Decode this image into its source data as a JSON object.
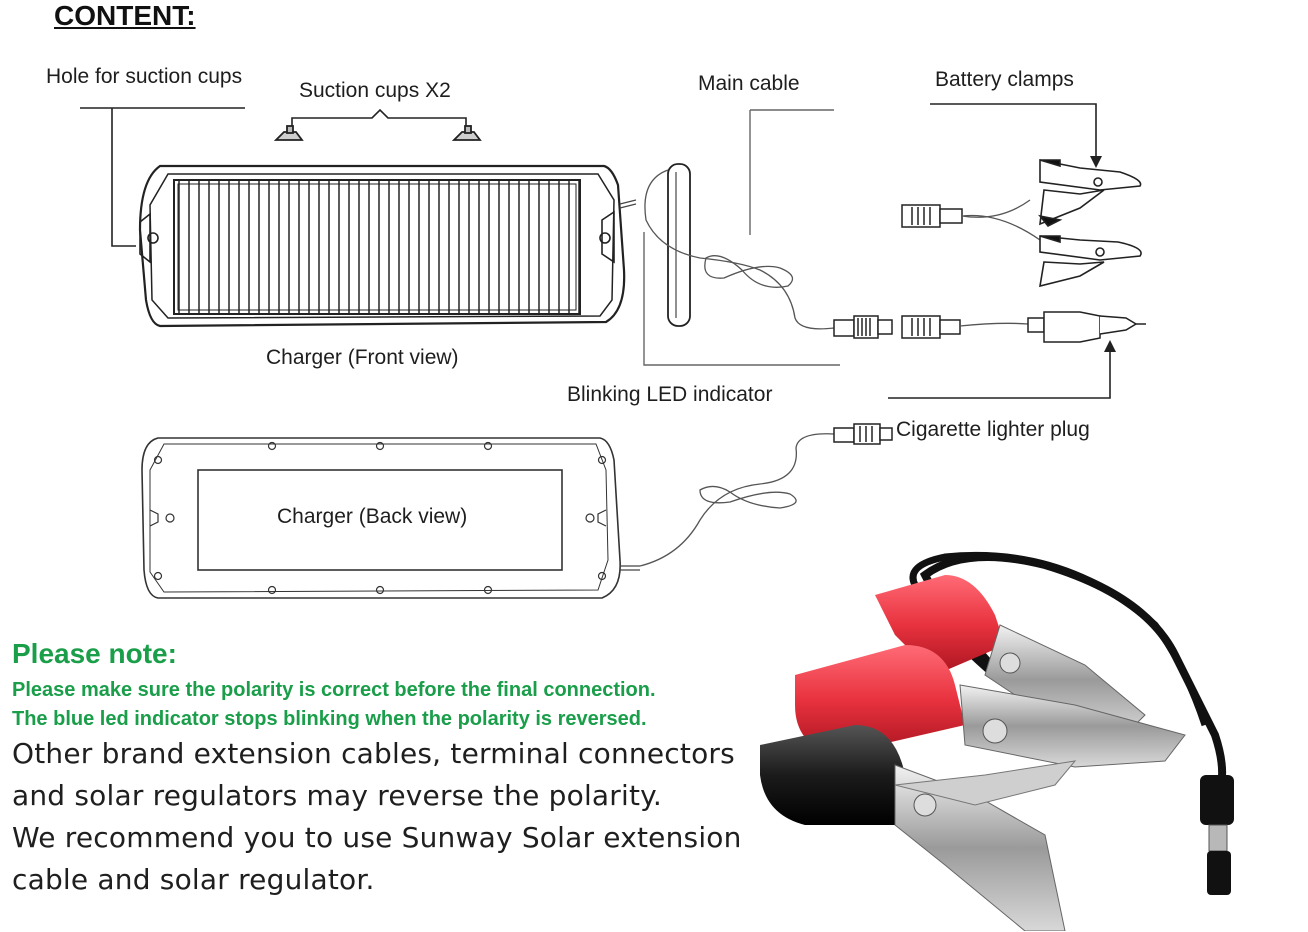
{
  "title": "CONTENT:",
  "labels": {
    "hole_suction_cups": "Hole for suction cups",
    "suction_cups": "Suction cups X2",
    "main_cable": "Main cable",
    "battery_clamps": "Battery clamps",
    "front_view": "Charger (Front view)",
    "blinking_led": "Blinking LED indicator",
    "cigarette_plug": "Cigarette lighter plug",
    "back_view": "Charger (Back view)"
  },
  "note": {
    "heading": "Please note:",
    "lines": [
      "Please make sure the polarity is correct before the final connection.",
      "The blue led indicator stops blinking when the polarity is reversed."
    ],
    "body": [
      "Other brand extension cables, terminal connectors",
      "and solar regulators may reverse the polarity.",
      "We recommend you to use Sunway Solar extension",
      "cable and solar regulator."
    ]
  },
  "colors": {
    "note_green": "#1a9e4a",
    "clamp_red": "#e8323f",
    "clamp_black": "#1b1b1b",
    "line": "#333333"
  }
}
